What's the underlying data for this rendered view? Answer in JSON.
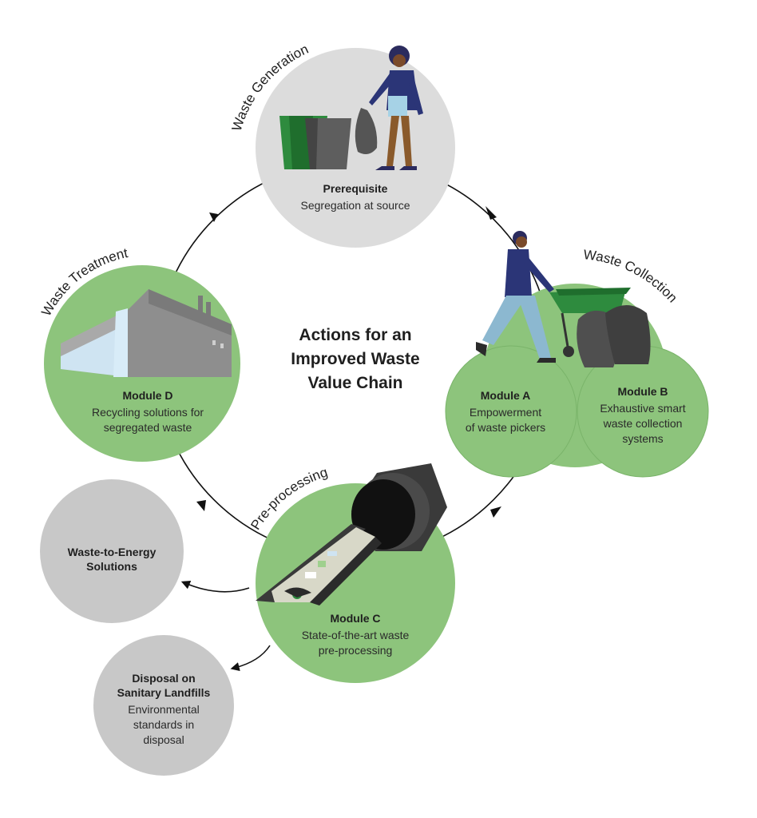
{
  "title": [
    "Actions for an",
    "Improved Waste",
    "Value Chain"
  ],
  "stages": {
    "generation": {
      "label": "Waste Generation",
      "heading": "Prerequisite",
      "desc": [
        "Segregation at source"
      ]
    },
    "collection": {
      "label": "Waste Collection",
      "module_a": {
        "heading": "Module A",
        "desc": [
          "Empowerment",
          "of waste pickers"
        ]
      },
      "module_b": {
        "heading": "Module B",
        "desc": [
          "Exhaustive smart",
          "waste collection",
          "systems"
        ]
      }
    },
    "preprocessing": {
      "label": "Pre-processing",
      "heading": "Module C",
      "desc": [
        "State-of-the-art waste",
        "pre-processing"
      ]
    },
    "treatment": {
      "label": "Waste Treatment",
      "heading": "Module D",
      "desc": [
        "Recycling solutions for",
        "segregated waste"
      ]
    }
  },
  "outputs": {
    "energy": {
      "heading": [
        "Waste-to-Energy",
        "Solutions"
      ]
    },
    "landfill": {
      "heading": [
        "Disposal on",
        "Sanitary Landfills"
      ],
      "desc": [
        "Environmental",
        "standards in",
        "disposal"
      ]
    }
  },
  "colors": {
    "green": "#8dc47c",
    "light_green": "#9fd08e",
    "grey": "#dcdcdc",
    "dark_grey": "#c8c8c8",
    "bin_green": "#2e8b3e",
    "figure_blue": "#2b3577"
  }
}
